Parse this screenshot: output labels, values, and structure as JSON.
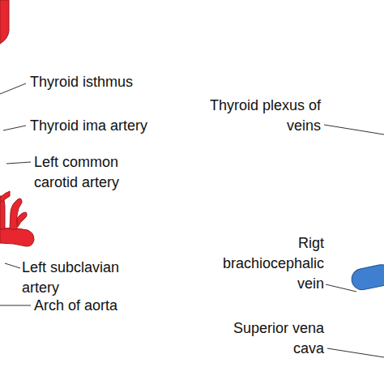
{
  "diagram": {
    "labels": [
      "Thyroid isthmus",
      "Thyroid ima artery",
      "Left common carotid artery",
      "Left subclavian artery",
      "Arch of aorta",
      "Thyroid plexus of veins",
      "Rigt brachiocephalic vein",
      "Superior vena cava"
    ]
  }
}
